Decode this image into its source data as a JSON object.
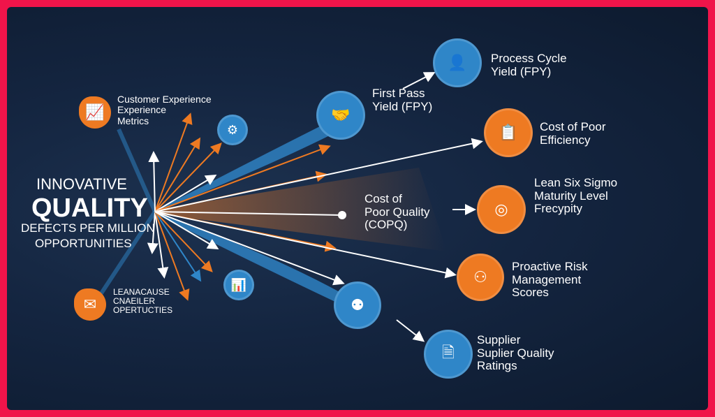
{
  "title": {
    "line1": "INNOVATIVE",
    "line2": "QUALITY",
    "line3": "DEFECTS PER MILLION",
    "line4": "OPPORTUNITIES"
  },
  "metrics": {
    "customer": [
      "Customer Experience",
      "Experience",
      "Metrics"
    ],
    "lean_cause": [
      "LEANACAUSE",
      "CNAEILER",
      "OPERTUCTIES"
    ],
    "first_pass": [
      "First Pass",
      "Yield (FPY)"
    ],
    "process_cycle": [
      "Process Cycle",
      "Yield (FPY)"
    ],
    "cost_efficiency": [
      "Cost of Poor",
      "Efficiency"
    ],
    "copq": [
      "Cost of",
      "Poor Quality",
      "(COPQ)"
    ],
    "lean_six": [
      "Lean Six Sigmo",
      "Maturity Level",
      "Frecypity"
    ],
    "proactive": [
      "Proactive Risk",
      "Management",
      "Scores"
    ],
    "supplier": [
      "Supplier",
      "Suplier Quality",
      "Ratings"
    ]
  },
  "colors": {
    "orange": "#ee7a22",
    "blue": "#2f86c8",
    "border": "#f0144a",
    "background": "#142540"
  }
}
